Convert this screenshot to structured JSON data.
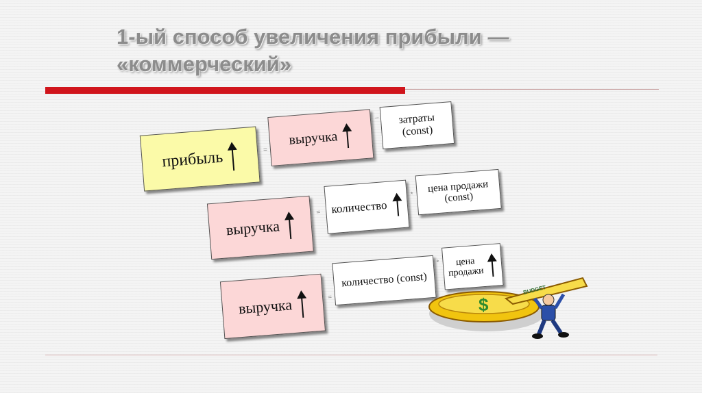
{
  "slide": {
    "title_line1": "1-ый способ увеличения прибыли —",
    "title_line2": "«коммерческий»"
  },
  "diagram": {
    "row1": {
      "box1": "прибыль",
      "op1": "=",
      "box2": "выручка",
      "op2": "–",
      "box3_line1": "затраты",
      "box3_line2": "(const)"
    },
    "row2": {
      "box1": "выручка",
      "op1": "=",
      "box2": "количество",
      "op2": "*",
      "box3_line1": "цена продажи",
      "box3_line2": "(const)"
    },
    "row3": {
      "box1": "выручка",
      "op1": "=",
      "box2": "количество (const)",
      "op2": "*",
      "box3_line1": "цена",
      "box3_line2": "продажи"
    }
  },
  "clipart": {
    "pie_symbol": "$",
    "slice_text": "BUDGET"
  },
  "colors": {
    "accent_red": "#d0141b",
    "profit_yellow": "#fbfaa8",
    "revenue_pink": "#fcd7d7",
    "title_gray": "#8c8c8c"
  }
}
